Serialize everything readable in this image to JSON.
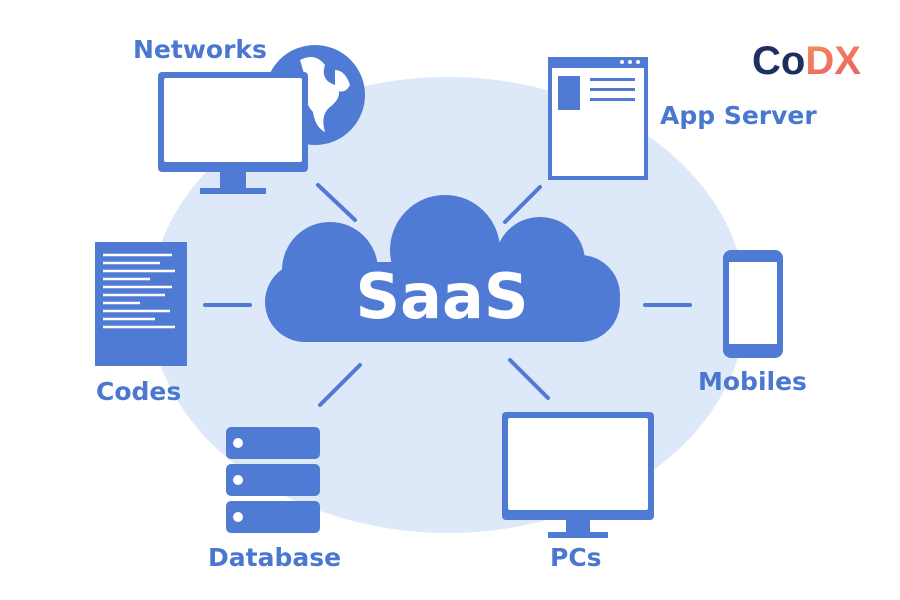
{
  "title": "SaaS",
  "nodes": {
    "networks": "Networks",
    "app_server": "App Server",
    "codes": "Codes",
    "mobiles": "Mobiles",
    "database": "Database",
    "pcs": "PCs"
  },
  "logo": {
    "text": "CoDX",
    "part1": "Co",
    "part2": "DX"
  },
  "colors": {
    "primary": "#4f7bd4",
    "background_ellipse": "#dde8f8",
    "logo_dark": "#1d2f5e",
    "logo_accent": "#f0705a"
  }
}
